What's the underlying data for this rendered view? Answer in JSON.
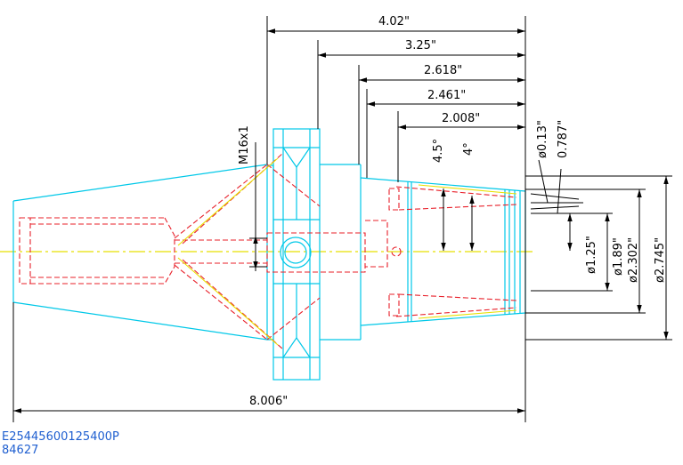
{
  "drawing": {
    "colors": {
      "outline": "#00c8e8",
      "hidden": "#e8202a",
      "centerline": "#e8e000",
      "dimension": "#000000",
      "part_number_text": "#1f5fd0"
    },
    "thread_label": "M16x1",
    "dimensions": {
      "d_4_02": "4.02\"",
      "d_3_25": "3.25\"",
      "d_2_618": "2.618\"",
      "d_2_461": "2.461\"",
      "d_2_008": "2.008\"",
      "d_8_006": "8.006\"",
      "angle_4_5": "4.5°",
      "angle_4": "4°",
      "dia_0_13": "ø0.13\"",
      "len_0_787": "0.787\"",
      "dia_1_25": "ø1.25\"",
      "dia_1_89": "ø1.89\"",
      "dia_2_302": "ø2.302\"",
      "dia_2_745": "ø2.745\""
    },
    "part_number": "E25445600125400P",
    "part_code": "84627"
  }
}
